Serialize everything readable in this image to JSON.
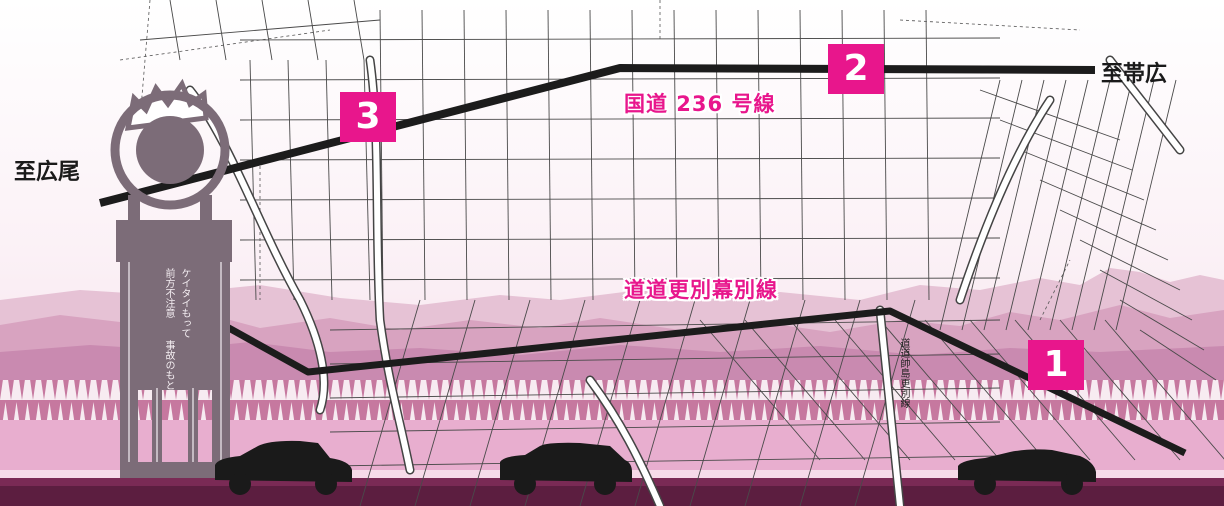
{
  "destinations": {
    "obihiro": "至帯広",
    "hiroo": "至広尾"
  },
  "roads": {
    "national_236": "国道 236 号線",
    "sarabetsu_makubetsu": "道道更別幕別線",
    "vertical_road": "道道帥島更別線"
  },
  "markers": {
    "one": "1",
    "two": "2",
    "three": "3"
  },
  "tower": {
    "line1": "ケイタイもって",
    "line2": "前方不注意",
    "line3": "事故のもと"
  },
  "colors": {
    "accent": "#e8168c",
    "route": "#1c1c1c",
    "mountain": "#d9a6c3",
    "ground": "#7a2a55",
    "tower": "#7c6c78"
  }
}
